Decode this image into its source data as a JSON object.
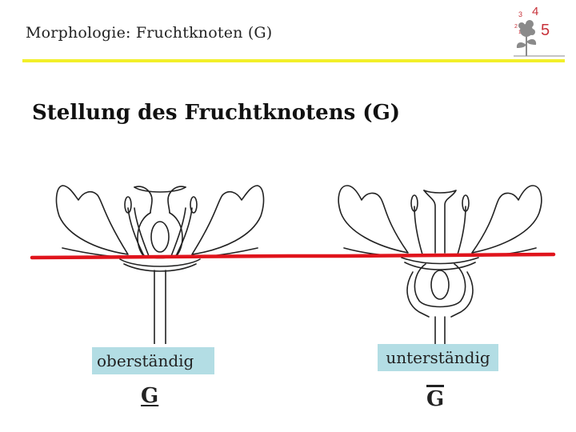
{
  "header": {
    "title": "Morphologie: Fruchtknoten (G)",
    "accent_color": "#f2ef2a"
  },
  "logo": {
    "icon": "flower-logo-icon",
    "numbers": [
      "1",
      "2",
      "3",
      "4",
      "5"
    ],
    "number_color": "#c8323a"
  },
  "slide": {
    "title": "Stellung des Fruchtknotens (G)"
  },
  "diagram": {
    "line_color": "#e0141c",
    "left_icon": "flower-superior-ovary-icon",
    "right_icon": "flower-inferior-ovary-icon"
  },
  "labels": {
    "left": "oberständig",
    "right": "unterständig",
    "box_color": "#b3dde4"
  },
  "symbols": {
    "left": "G",
    "right": "G"
  }
}
